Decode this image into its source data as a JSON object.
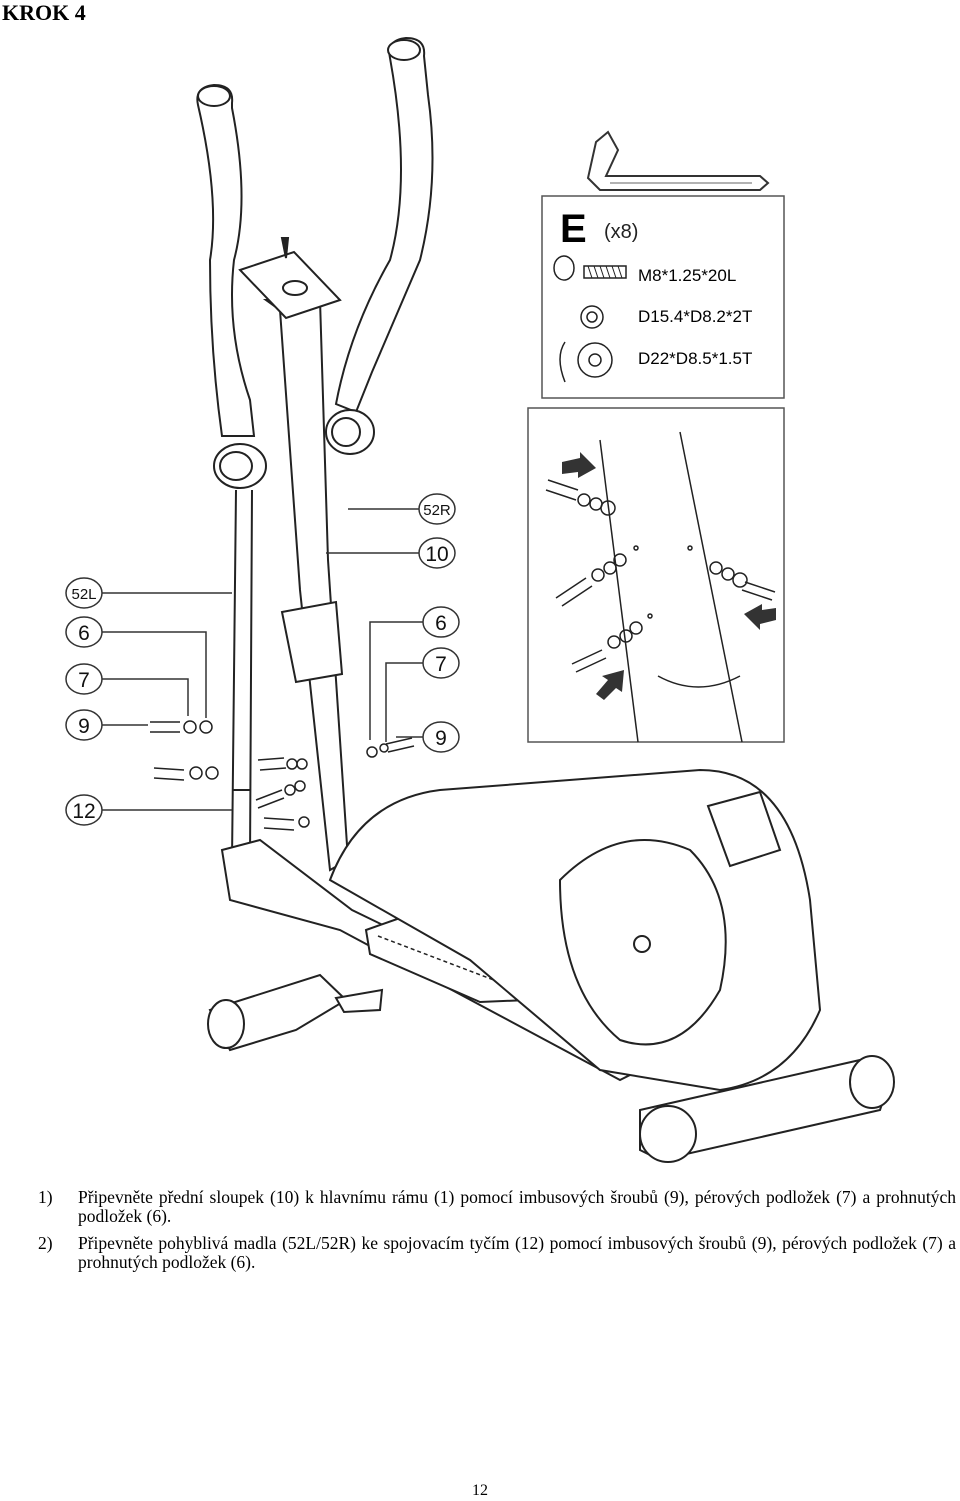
{
  "page": {
    "title": "KROK 4",
    "page_number": "12"
  },
  "hardware_kit": {
    "letter": "E",
    "quantity": "(x8)",
    "items": [
      {
        "icon": "hex-bolt-icon",
        "spec": "M8*1.25*20L"
      },
      {
        "icon": "spring-washer-icon",
        "spec": "D15.4*D8.2*2T"
      },
      {
        "icon": "curved-washer-icon",
        "spec": "D22*D8.5*1.5T"
      }
    ]
  },
  "callouts": {
    "c52l": "52L",
    "c6_left": "6",
    "c7_left": "7",
    "c9_left": "9",
    "c12": "12",
    "c52r": "52R",
    "c10": "10",
    "c6_right": "6",
    "c7_right": "7",
    "c9_right": "9"
  },
  "instructions": [
    {
      "num": "1)",
      "text": "Připevněte přední sloupek (10) k hlavnímu rámu (1) pomocí imbusových šroubů (9), pérových podložek (7) a prohnutých podložek (6)."
    },
    {
      "num": "2)",
      "text": "Připevněte pohyblivá madla (52L/52R) ke spojovacím tyčím (12) pomocí imbusových šroubů (9), pérových podložek (7) a prohnutých podložek (6)."
    }
  ]
}
